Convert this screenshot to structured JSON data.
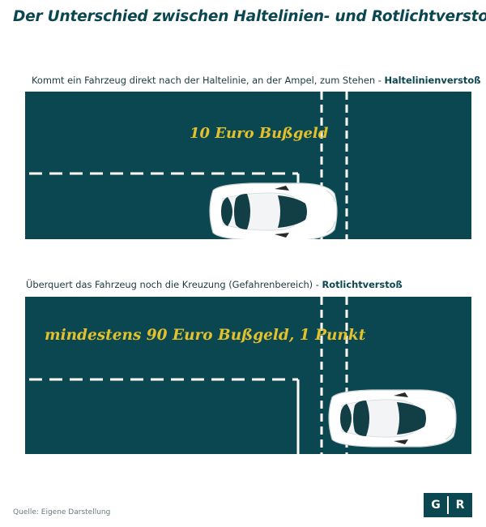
{
  "title": "Der Unterschied zwischen Haltelinien- und Rotlichtverstoß",
  "scene1": {
    "caption_text": "Kommt ein Fahrzeug direkt nach der Haltelinie, an der Ampel, zum Stehen - ",
    "caption_bold": "Haltelinienverstoß",
    "fine": "10 Euro Bußgeld"
  },
  "scene2": {
    "caption_text": "Überquert das Fahrzeug noch die Kreuzung (Gefahrenbereich) - ",
    "caption_bold": "Rotlichtverstoß",
    "fine": "mindestens 90 Euro Bußgeld, 1 Punkt"
  },
  "source": "Quelle: Eigene Darstellung",
  "logo": {
    "left": "G",
    "right": "R"
  },
  "colors": {
    "road": "#0b4750",
    "fine_text": "#e3c12c",
    "markings": "#ffffff",
    "car": "#ffffff"
  }
}
